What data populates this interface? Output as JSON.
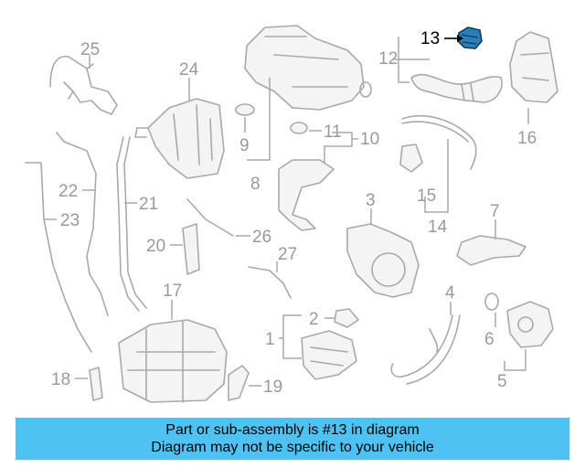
{
  "callouts": {
    "c1": "1",
    "c2": "2",
    "c3": "3",
    "c4": "4",
    "c5": "5",
    "c6": "6",
    "c7": "7",
    "c8": "8",
    "c9": "9",
    "c10": "10",
    "c11": "11",
    "c12": "12",
    "c13": "13",
    "c14": "14",
    "c15": "15",
    "c16": "16",
    "c17": "17",
    "c18": "18",
    "c19": "19",
    "c20": "20",
    "c21": "21",
    "c22": "22",
    "c23": "23",
    "c24": "24",
    "c25": "25",
    "c26": "26",
    "c27": "27"
  },
  "highlighted_part": "13",
  "colors": {
    "banner": "#4ec3f3",
    "highlight_part": "#2b7fb6",
    "line_art": "#a9a9a9"
  },
  "banner": {
    "line1": "Part or sub-assembly is #13 in diagram",
    "line2": "Diagram may not be specific to your vehicle"
  }
}
